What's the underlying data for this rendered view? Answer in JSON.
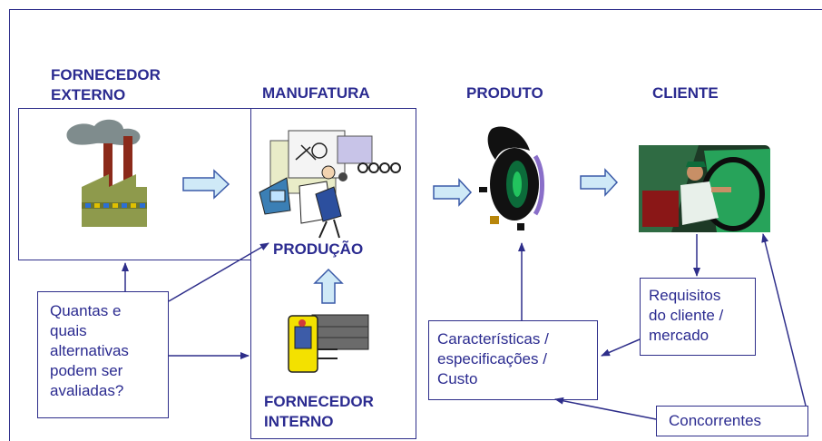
{
  "headings": {
    "fornecedor_externo": [
      "FORNECEDOR",
      "EXTERNO"
    ],
    "manufatura": "MANUFATURA",
    "produto": "PRODUTO",
    "cliente": "CLIENTE",
    "producao": "PRODUÇÃO",
    "fornecedor_interno": [
      "FORNECEDOR",
      "INTERNO"
    ]
  },
  "question_box": [
    "Quantas e",
    "quais",
    "alternativas",
    "podem ser",
    "avaliadas?"
  ],
  "requisitos_box": [
    "Requisitos",
    "do cliente /",
    "mercado"
  ],
  "caracteristicas_box": [
    "Características /",
    "especificações /",
    "Custo"
  ],
  "concorrentes_box": "Concorrentes",
  "colors": {
    "text": "#2b2b90",
    "line": "#2e2e8a",
    "block_arrow_fill": "#cfe9f7",
    "block_arrow_stroke": "#3a5aa8"
  },
  "icons": [
    "factory-icon",
    "manufacturing-clipart-icon",
    "tire-icon",
    "mechanic-photo-icon",
    "forklift-icon"
  ]
}
